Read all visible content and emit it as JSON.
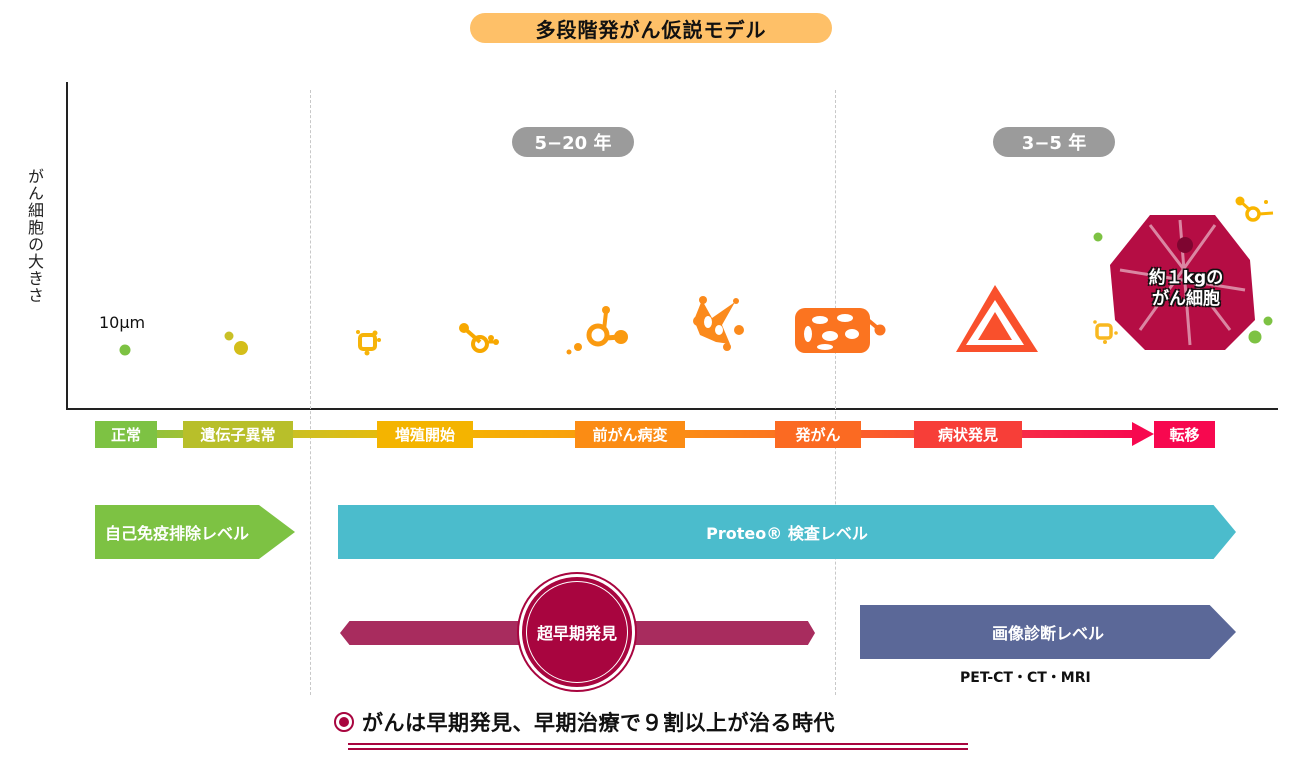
{
  "title": "多段階発がん仮説モデル",
  "y_axis_label": "がん細胞の大きさ",
  "size_label": "10μm",
  "periods": [
    {
      "label": "5−20 年"
    },
    {
      "label": "3−5 年"
    }
  ],
  "cell_icons": [
    {
      "stage": "正常",
      "icon": "single-cell-icon",
      "color": "#7dc243"
    },
    {
      "stage": "遺伝子異常",
      "icon": "two-cells-icon",
      "color": "#c9c026"
    },
    {
      "stage": "増殖開始",
      "icon": "small-cluster-icon",
      "color": "#f4b800"
    },
    {
      "stage": "増殖開始",
      "icon": "branching-cell-icon",
      "color": "#f7a800"
    },
    {
      "stage": "前がん病変",
      "icon": "ring-cell-icon",
      "color": "#f99b12"
    },
    {
      "stage": "前がん病変",
      "icon": "network-cell-icon",
      "color": "#fb8a1c"
    },
    {
      "stage": "発がん",
      "icon": "mesh-cell-icon",
      "color": "#fb7420"
    },
    {
      "stage": "病状発見",
      "icon": "triangle-tumor-icon",
      "color": "#f9502c"
    },
    {
      "stage": "転移",
      "icon": "large-tumor-icon",
      "color": "#b50d44"
    }
  ],
  "tumor_label_line1": "約１kgの",
  "tumor_label_line2": "がん細胞",
  "stages": [
    {
      "label": "正常",
      "color": "#7dc243"
    },
    {
      "label": "遺伝子異常",
      "color": "#b8bf2a"
    },
    {
      "label": "増殖開始",
      "color": "#f4b400"
    },
    {
      "label": "前がん病変",
      "color": "#fb8c14"
    },
    {
      "label": "発がん",
      "color": "#fb6a22"
    },
    {
      "label": "病状発見",
      "color": "#f73e38"
    },
    {
      "label": "転移",
      "color": "#f7084f"
    }
  ],
  "levels": {
    "immune": "自己免疫排除レベル",
    "proteo": "Proteo® 検査レベル",
    "early_detection": "超早期発見",
    "imaging": "画像診断レベル",
    "imaging_methods": "PET-CT・CT・MRI"
  },
  "statement": "がんは早期発見、早期治療で９割以上が治る時代",
  "colors": {
    "title_bg": "#fec068",
    "period_bg": "#9b9b9b",
    "immune": "#7dc243",
    "proteo": "#4bbccc",
    "imaging": "#5b6898",
    "early": "#a8053f",
    "early_bar": "#a82c5e"
  }
}
